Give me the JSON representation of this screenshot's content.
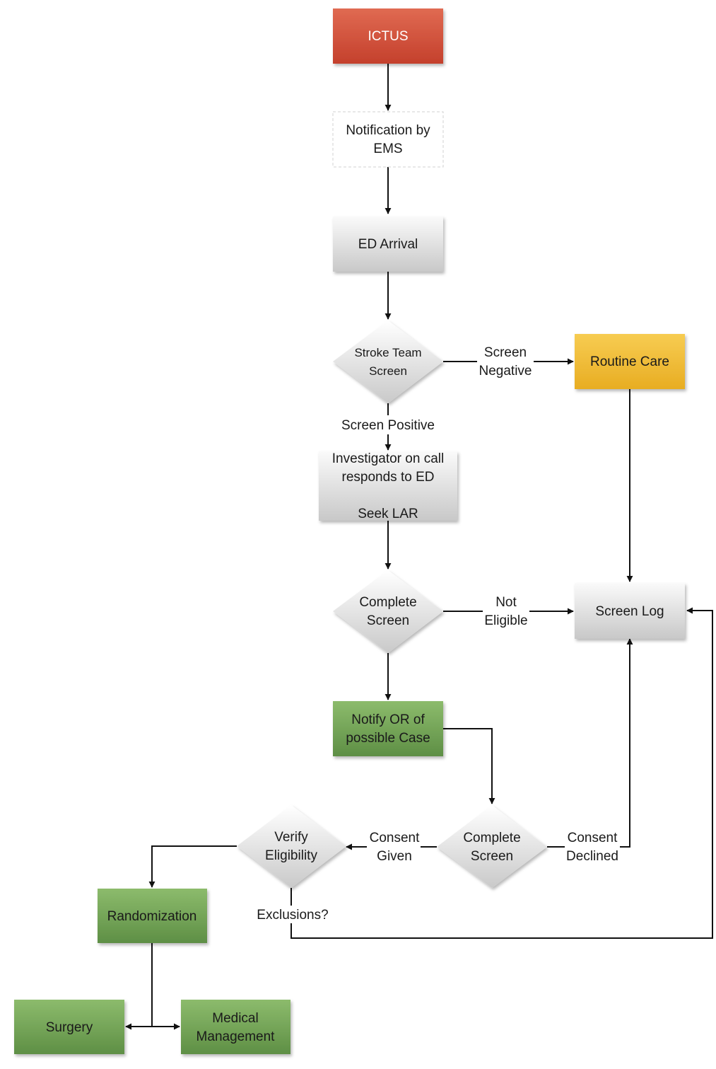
{
  "nodes": {
    "ictus": {
      "lines": [
        "ICTUS"
      ]
    },
    "notification": {
      "lines": [
        "Notification by",
        "EMS"
      ]
    },
    "ed_arrival": {
      "lines": [
        "ED Arrival"
      ]
    },
    "stroke_team": {
      "lines": [
        "Stroke Team",
        "Screen"
      ]
    },
    "routine_care": {
      "lines": [
        "Routine Care"
      ]
    },
    "investigator": {
      "lines": [
        "Investigator on call",
        "responds to ED",
        "",
        "Seek LAR"
      ]
    },
    "complete_screen_1": {
      "lines": [
        "Complete",
        "Screen"
      ]
    },
    "screen_log": {
      "lines": [
        "Screen Log"
      ]
    },
    "notify_or": {
      "lines": [
        "Notify OR of",
        "possible Case"
      ]
    },
    "complete_screen_2": {
      "lines": [
        "Complete",
        "Screen"
      ]
    },
    "verify": {
      "lines": [
        "Verify",
        "Eligibility"
      ]
    },
    "randomization": {
      "lines": [
        "Randomization"
      ]
    },
    "surgery": {
      "lines": [
        "Surgery"
      ]
    },
    "medical": {
      "lines": [
        "Medical",
        "Management"
      ]
    }
  },
  "edge_labels": {
    "screen_negative": [
      "Screen",
      "Negative"
    ],
    "screen_positive": [
      "Screen Positive"
    ],
    "not_eligible": [
      "Not",
      "Eligible"
    ],
    "consent_given": [
      "Consent",
      "Given"
    ],
    "consent_declined": [
      "Consent",
      "Declined"
    ],
    "exclusions": [
      "Exclusions?"
    ]
  },
  "colors": {
    "red": "#cf4b36",
    "orange": "#f0b732",
    "green": "#6b9a4f",
    "grey": "#d9d9d9",
    "line": "#111111"
  }
}
